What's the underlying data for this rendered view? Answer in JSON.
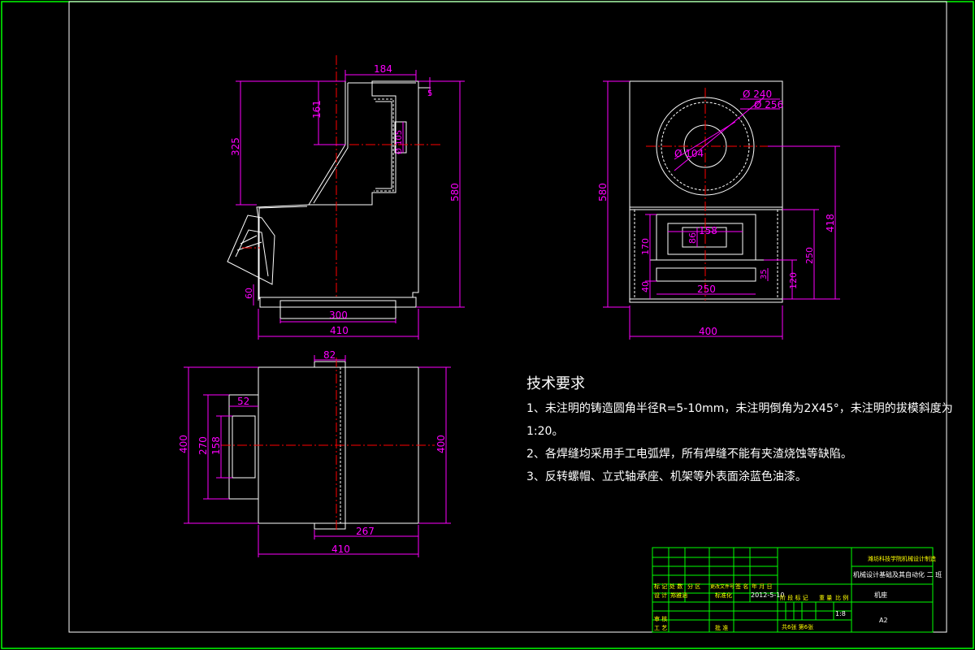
{
  "colors": {
    "background": "#000000",
    "frame": "#00ff00",
    "geometry": "#ffffff",
    "dimension": "#ff00ff",
    "centerline": "#ff0000",
    "table_text": "#ffff00"
  },
  "side_view": {
    "dims": {
      "top_width": "184",
      "small_top": "5",
      "upper_height": "161",
      "left_height": "325",
      "right_height": "580",
      "hole_dia": "Ø 105",
      "bottom_left": "60",
      "inner_width": "300",
      "total_width": "410"
    }
  },
  "front_view": {
    "dims": {
      "outer_dia": "Ø 240",
      "outer_dia2": "Ø 256",
      "inner_dia": "Ø 104",
      "left_height": "580",
      "right_height": "418",
      "window_width": "158",
      "window_height": "86",
      "panel_height": "170",
      "bottom_left": "40",
      "lower_width": "250",
      "small_height": "35",
      "right_120": "120",
      "right_250": "250",
      "total_width": "400"
    }
  },
  "top_view": {
    "dims": {
      "notch_width": "82",
      "small_width": "52",
      "left_outer": "400",
      "inner_270": "270",
      "inner_158": "158",
      "right_height": "400",
      "bottom_267": "267",
      "total_width": "410"
    }
  },
  "tech_requirements": {
    "title": "技术要求",
    "items": [
      "1、未注明的铸造圆角半径R=5-10mm，未注明倒角为2X45°，未注明的拔模斜度为",
      "1:20。",
      "2、各焊缝均采用手工电弧焊，所有焊缝不能有夹渣烧蚀等缺陷。",
      "3、反转螺帽、立式轴承座、机架等外表面涂蓝色油漆。"
    ]
  },
  "title_block": {
    "school": "潍坊科技学院机械设计制造",
    "project": "机械设计基础及其自动化 二 班",
    "header_labels": [
      "标 记",
      "处 数",
      "分 区",
      "更改文件号",
      "签 名",
      "年 月 日"
    ],
    "designer_label": "设 计",
    "designer": "郑雅涵",
    "standard_label": "标准化",
    "date": "2012-5-10",
    "stage_labels": [
      "阶 段 标 记",
      "重 量",
      "比 例"
    ],
    "drawing_name": "机座",
    "scale": "1:8",
    "review_label": "审 核",
    "process_label": "工 艺",
    "approve_label": "批 准",
    "sheets": "共6张  第6张",
    "size": "A2"
  }
}
